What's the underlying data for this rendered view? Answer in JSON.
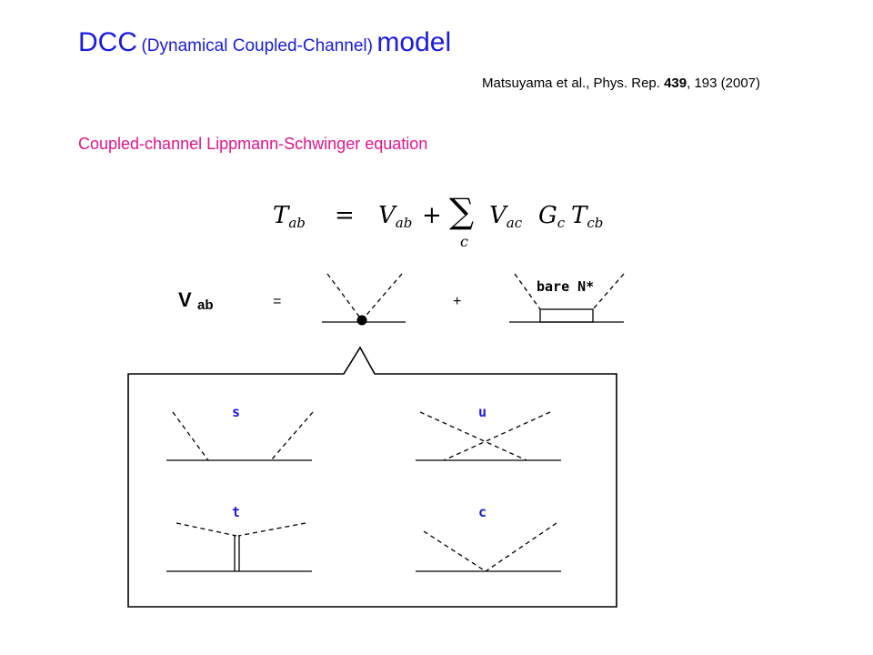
{
  "title": {
    "main_left": "DCC",
    "paren": "(Dynamical Coupled-Channel)",
    "main_right": "model"
  },
  "reference": {
    "authors": "Matsuyama et al., Phys. Rep.",
    "volume": "439",
    "pages_year": ", 193 (2007)"
  },
  "subtitle": "Coupled-channel Lippmann-Schwinger equation",
  "equation": {
    "lhs": "T",
    "lhs_sub": "ab",
    "equals": "=",
    "v": "V",
    "v_sub": "ab",
    "plus": "+",
    "sum": "∑",
    "sum_index": "c",
    "v2": "V",
    "v2_sub": "ac",
    "g": "G",
    "g_sub": "c",
    "t2": "T",
    "t2_sub": "cb"
  },
  "vab_diagram": {
    "lhs": "V",
    "lhs_sub": "ab",
    "equals": "=",
    "plus": "+",
    "bare_label": "bare N*"
  },
  "channels": {
    "s": "s",
    "u": "u",
    "t": "t",
    "c": "c"
  },
  "colors": {
    "title": "#1a1ae6",
    "subtitle": "#e6148c",
    "channel_label": "#1a1ae6",
    "line": "#000000"
  }
}
